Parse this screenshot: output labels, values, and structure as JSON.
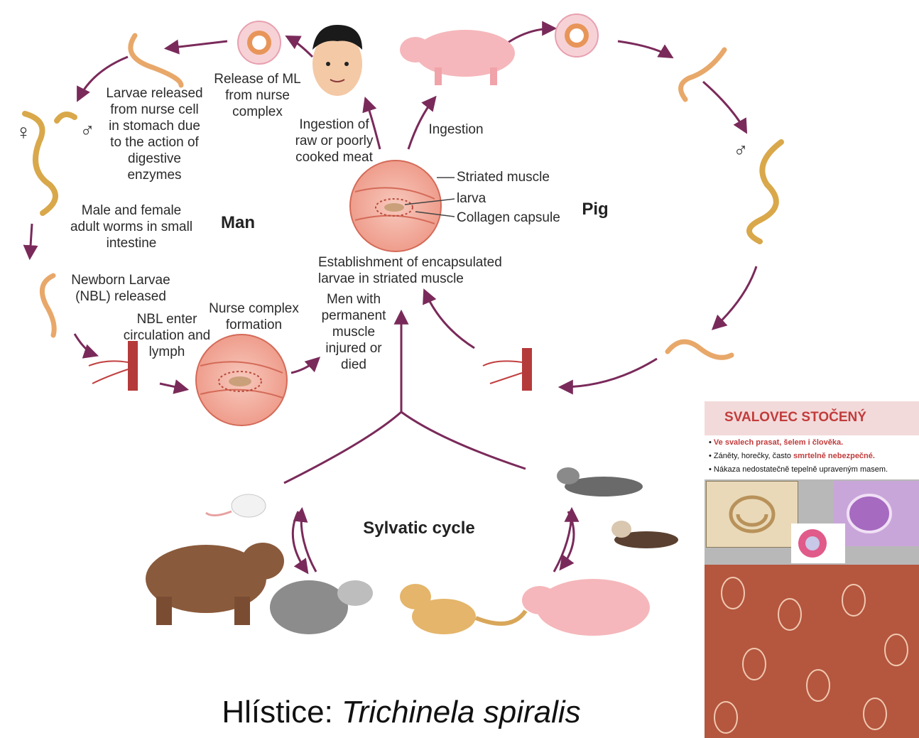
{
  "labels": {
    "release_ml": "Release of ML\nfrom nurse\ncomplex",
    "larvae_released": "Larvae released\nfrom nurse cell\nin stomach due\nto the action of\ndigestive\nenzymes",
    "adult_worms": "Male and female\nadult worms in small\nintestine",
    "man": "Man",
    "pig": "Pig",
    "nbl_released": "Newborn Larvae\n(NBL) released",
    "nbl_enter": "NBL enter\ncirculation and\nlymph",
    "nurse_complex": "Nurse complex\nformation",
    "ingestion_raw": "Ingestion of\nraw or poorly\ncooked meat",
    "ingestion": "Ingestion",
    "striated_muscle": "Striated muscle",
    "larva": "larva",
    "collagen_capsule": "Collagen capsule",
    "establishment": "Establishment of encapsulated\nlarvae in striated muscle",
    "men_permanent": "Men with\npermanent\nmuscle\ninjured or\ndied",
    "sylvatic": "Sylvatic cycle",
    "female_symbol": "♀",
    "male_symbol": "♂"
  },
  "caption": {
    "prefix": "Hlístice: ",
    "species": "Trichinela spiralis"
  },
  "slide": {
    "title": "SVALOVEC STOČENÝ",
    "bullet1": "Ve svalech prasat, šelem i člověka.",
    "bullet2_a": "Záněty, horečky, často ",
    "bullet2_b": "smrtelně nebezpečné.",
    "bullet3": "Nákaza nedostatečně tepelně upraveným masem."
  },
  "colors": {
    "arrow": "#7a2a5a",
    "muscle": "#f3b3a6",
    "worm": "#e8b06a",
    "accent": "#c23c3c"
  }
}
